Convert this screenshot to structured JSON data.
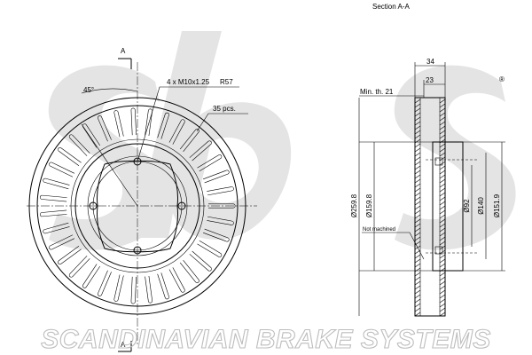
{
  "section_title": "Section A-A",
  "section_marker": "A",
  "angle_label": "45°",
  "bolt_note": "4 x M10x1.25",
  "radius_note": "R57",
  "vane_note": "35 pcs.",
  "width_total": "34",
  "width_hub": "23",
  "min_thickness": "Min. th. 21",
  "dim_outer": "Ø259.8",
  "dim_inner": "Ø159.8",
  "dim_bore": "Ø92",
  "dim_pcd": "Ø140",
  "dim_hat": "Ø151.9",
  "not_machined": "Not machined",
  "brand_text": "SCANDINAVIAN BRAKE SYSTEMS",
  "logo_text": "sbs",
  "registered_mark": "®"
}
